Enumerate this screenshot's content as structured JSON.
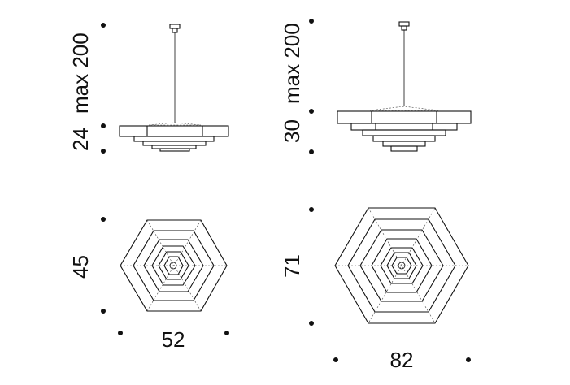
{
  "small_lamp": {
    "height_label": "24",
    "drop_label": "max 200",
    "depth_label": "45",
    "width_label": "52"
  },
  "large_lamp": {
    "height_label": "30",
    "drop_label": "max 200",
    "depth_label": "71",
    "width_label": "82"
  }
}
